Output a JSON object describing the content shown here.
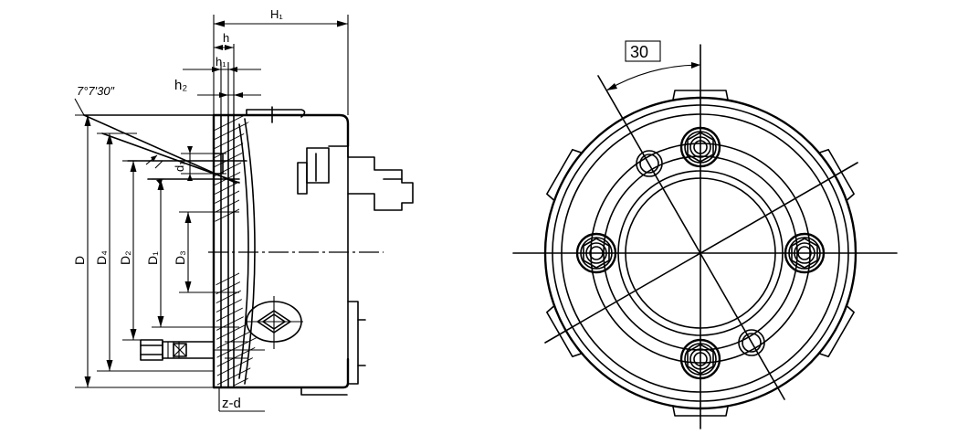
{
  "labels": {
    "H1": "H₁",
    "h": "h",
    "h1": "h₁",
    "h2": "h₂",
    "angle": "7°7′30″",
    "d1": "d₁",
    "D": "D",
    "D4": "D₄",
    "D2": "D₂",
    "D1": "D₁",
    "D3": "D₃",
    "zd": "z-d",
    "angle30": "30"
  },
  "icons": [
    "dimension-arrow-icon"
  ],
  "colors": {
    "ink": "#000000",
    "paper": "#ffffff"
  }
}
